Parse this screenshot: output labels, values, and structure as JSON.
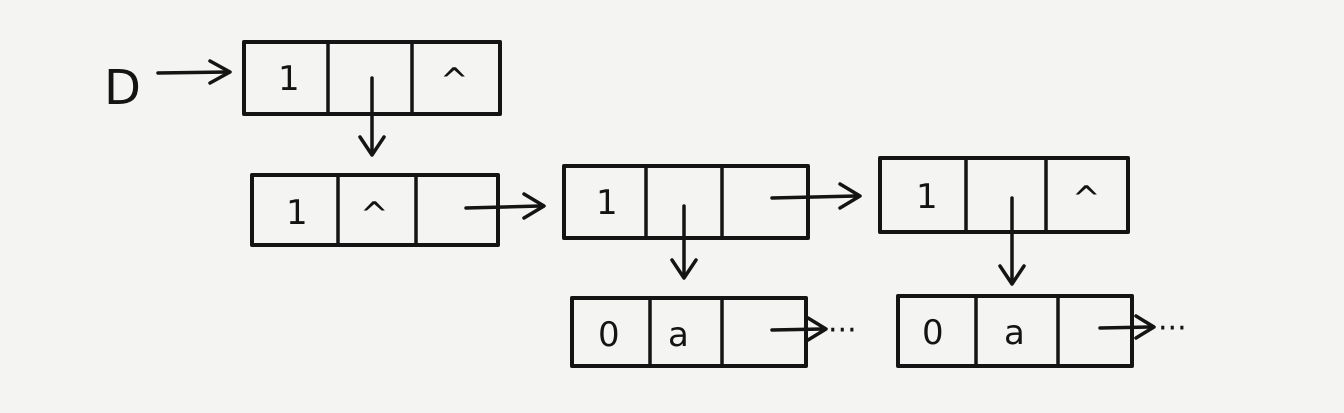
{
  "diagram": {
    "head_label": "D",
    "top_node": {
      "tag": "1",
      "next": "^"
    },
    "level1_nodes": [
      {
        "tag": "1",
        "value": "^"
      },
      {
        "tag": "1",
        "value": ""
      },
      {
        "tag": "1",
        "value": "",
        "next": "^"
      }
    ],
    "leaf_nodes": [
      {
        "tag": "0",
        "data": "a",
        "continuation": "···"
      },
      {
        "tag": "0",
        "data": "a",
        "continuation": "···"
      }
    ]
  }
}
